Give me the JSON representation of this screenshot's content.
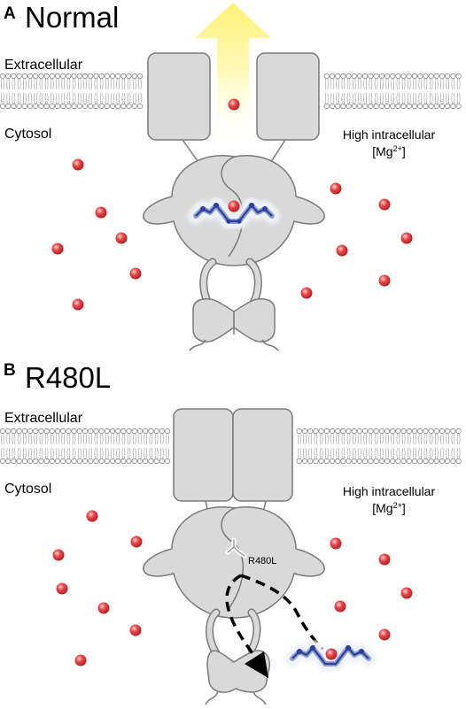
{
  "panels": [
    {
      "letter": "A",
      "title": "Normal",
      "extracellular_label": "Extracellular",
      "cytosol_label": "Cytosol",
      "condition_line1": "High intracellular",
      "condition_line2": "[Mg",
      "condition_superscript": "2+",
      "condition_close": "]"
    },
    {
      "letter": "B",
      "title": "R480L",
      "extracellular_label": "Extracellular",
      "cytosol_label": "Cytosol",
      "condition_line1": "High intracellular",
      "condition_line2": "[Mg",
      "condition_superscript": "2+",
      "condition_close": "]",
      "mutation_label": "R480L"
    }
  ],
  "colors": {
    "protein_fill": "#d9d9d9",
    "protein_stroke": "#7a7a7a",
    "ion": "#e0383a",
    "ligand": "#2c3f9a",
    "ligand_glow": "#9fb0d8",
    "efflux_arrow": "#fff59a",
    "membrane": "#8a8a8a"
  }
}
